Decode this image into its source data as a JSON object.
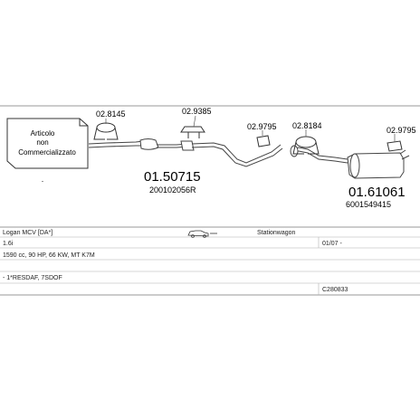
{
  "diagram": {
    "note": [
      "Articolo",
      "non",
      "Commercializzato"
    ],
    "parts": [
      {
        "id": "front_section",
        "part_number": "01.50715",
        "oem_number": "200102056R"
      },
      {
        "id": "rear_silencer",
        "part_number": "01.61061",
        "oem_number": "6001549415"
      }
    ],
    "fittings": [
      {
        "id": "f1",
        "code": "02.8145"
      },
      {
        "id": "f2",
        "code": "02.9385"
      },
      {
        "id": "f3",
        "code": "02.9795"
      },
      {
        "id": "f4",
        "code": "02.8184"
      },
      {
        "id": "f5",
        "code": "02.9795"
      }
    ]
  },
  "vehicle": {
    "model": "Logan MCV [DA*]",
    "body_type": "Stationwagon",
    "engine": "1.6i",
    "date_from": "01/07 -",
    "engine_spec": "1590 cc, 90 HP, 66 KW, MT K7M",
    "option": "- 1*RESDAF, 7SDOF",
    "catalog_code": "C280833"
  },
  "colors": {
    "line": "#444444",
    "frame": "#9a9a9a"
  }
}
